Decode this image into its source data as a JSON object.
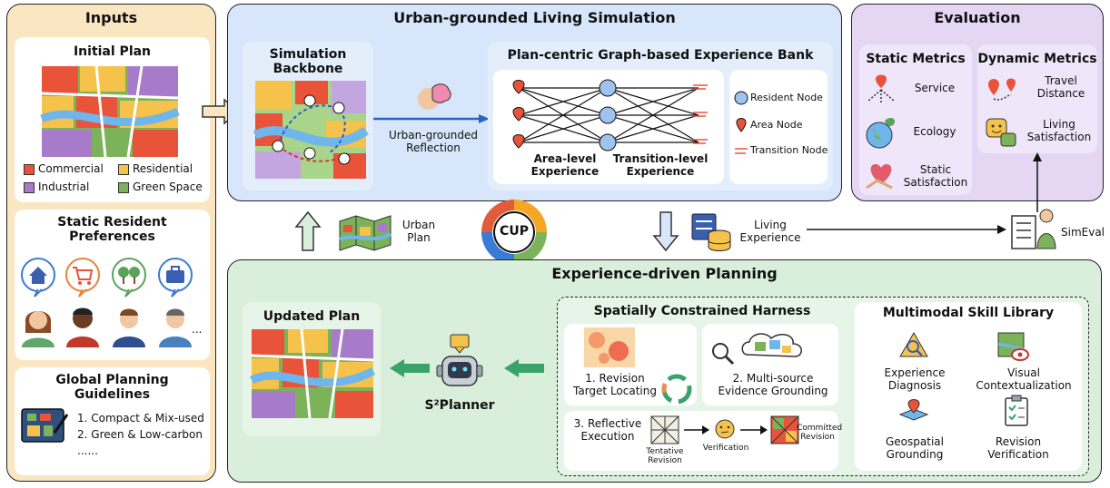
{
  "inputs": {
    "title": "Inputs",
    "initial_plan": "Initial Plan",
    "legend": [
      "Commercial",
      "Residential",
      "Industrial",
      "Green Space"
    ],
    "static_pref_title": "Static Resident Preferences",
    "ellipsis": "...",
    "global_title": "Global Planning Guidelines",
    "guidelines": [
      "1. Compact & Mix-used",
      "2. Green & Low-carbon",
      "......"
    ]
  },
  "colors": {
    "commercial": "#e8533a",
    "residential": "#f5c24b",
    "industrial": "#a77bc9",
    "green": "#7cb35a",
    "inputs_bg": "#fbe6c2",
    "sim_bg": "#d7e6fa",
    "eval_bg": "#e5d7f3",
    "plan_bg": "#d9efdc"
  },
  "simulation": {
    "title": "Urban-grounded Living Simulation",
    "backbone": "Simulation Backbone",
    "reflection": "Urban-grounded Reflection",
    "bank_title": "Plan-centric Graph-based Experience Bank",
    "area_exp": "Area-level Experience",
    "transition_exp": "Transition-level Experience",
    "node_legend": [
      "Resident Node",
      "Area Node",
      "Transition Node"
    ]
  },
  "evaluation": {
    "title": "Evaluation",
    "static_title": "Static Metrics",
    "static_items": [
      "Service",
      "Ecology",
      "Static Satisfaction"
    ],
    "dynamic_title": "Dynamic Metrics",
    "dynamic_items": [
      "Travel Distance",
      "Living Satisfaction"
    ],
    "simeval": "SimEval"
  },
  "middle": {
    "urban_plan": "Urban Plan",
    "cup": "CUP",
    "living_experience": "Living Experience"
  },
  "planning": {
    "title": "Experience-driven Planning",
    "updated_plan": "Updated Plan",
    "planner": "S²Planner",
    "harness_title": "Spatially Constrained Harness",
    "step1": "1. Revision Target Locating",
    "step2": "2. Multi-source Evidence Grounding",
    "step3": "3. Reflective Execution",
    "tentative": "Tentative Revision",
    "verification": "Verification",
    "committed": "Committed Revision",
    "skill_title": "Multimodal Skill Library",
    "skills": [
      "Experience Diagnosis",
      "Visual Contextualization",
      "Geospatial Grounding",
      "Revision Verification"
    ]
  }
}
